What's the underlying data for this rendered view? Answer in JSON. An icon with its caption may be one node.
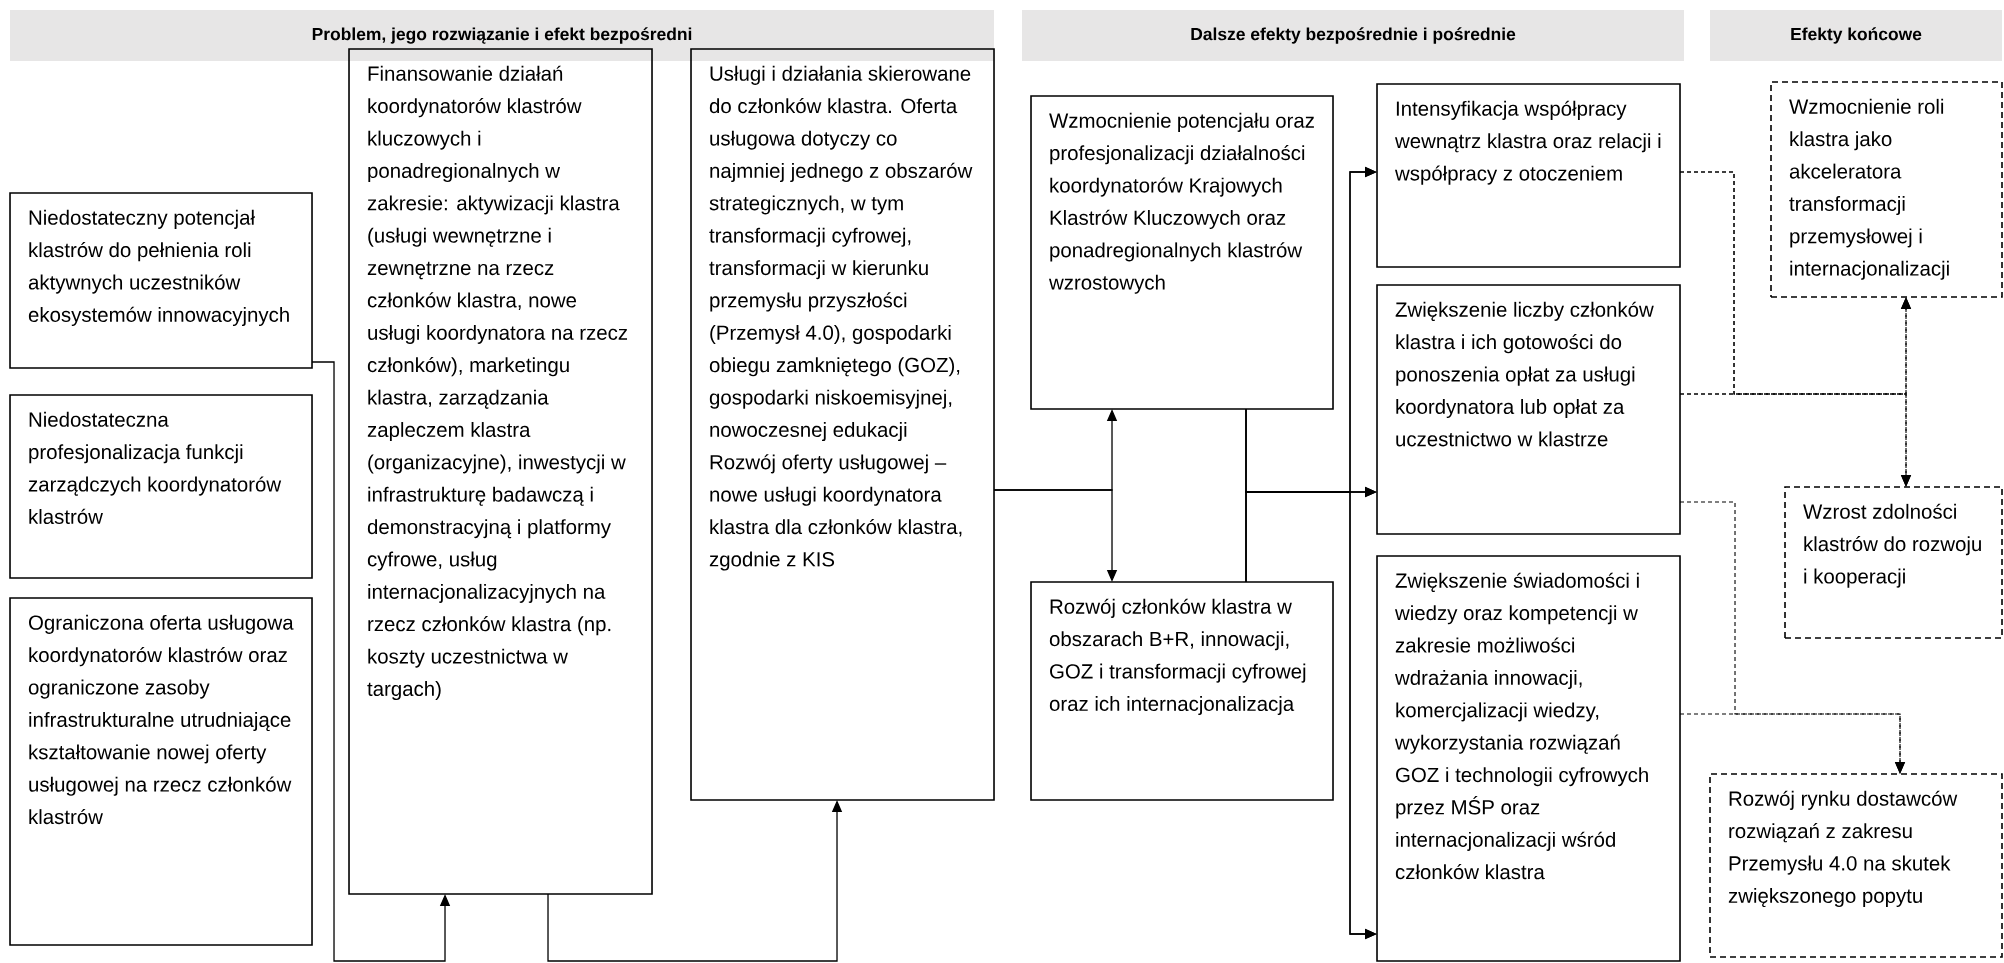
{
  "diagram": {
    "nodes": [
      {
        "text": [
          "Problem, jego rozwiązanie i efekt bezpośredni"
        ]
      },
      {
        "text": [
          "Dalsze efekty bezpośrednie i pośrednie"
        ]
      },
      {
        "text": [
          "Efekty końcowe"
        ]
      },
      {
        "text": [
          "Niedostateczny potencjał klastrów do pełnienia roli aktywnych uczestników ekosystemów innowacyjnych"
        ]
      },
      {
        "text": [
          "Niedostateczna profesjonalizacja funkcji zarządczych koordynatorów klastrów"
        ]
      },
      {
        "text": [
          "Ograniczona oferta usługowa koordynatorów klastrów oraz ograniczone zasoby infrastrukturalne utrudniające kształtowanie nowej oferty usługowej na rzecz członków klastrów"
        ]
      },
      {
        "text": [
          "Finansowanie działań koordynatorów klastrów kluczowych i ponadregionalnych w zakresie: aktywizacji klastra (usługi wewnętrzne i zewnętrzne na rzecz członków klastra, nowe usługi koordynatora na rzecz członków), marketingu klastra, zarządzania zapleczem klastra (organizacyjne), inwestycji w infrastrukturę badawczą i demonstracyjną i platformy cyfrowe, usług internacjonalizacyjnych na rzecz członków klastra (np. koszty uczestnictwa w targach)"
        ]
      },
      {
        "text": [
          "Usługi i działania skierowane do członków klastra. Oferta usługowa dotyczy co najmniej jednego z obszarów strategicznych, w tym transformacji cyfrowej, transformacji w kierunku przemysłu przyszłości (Przemysł 4.0), gospodarki obiegu zamkniętego (GOZ), gospodarki niskoemisyjnej, nowoczesnej edukacji Rozwój oferty usługowej – nowe usługi koordynatora klastra dla członków klastra, zgodnie z KIS"
        ]
      },
      {
        "text": [
          "Wzmocnienie potencjału oraz profesjonalizacji działalności koordynatorów Krajowych Klastrów Kluczowych oraz ponadregionalnych klastrów wzrostowych"
        ]
      },
      {
        "text": [
          "Rozwój członków klastra w obszarach B+R, innowacji, GOZ i transformacji cyfrowej oraz ich internacjonalizacja"
        ]
      },
      {
        "text": [
          "Intensyfikacja współpracy wewnątrz klastra oraz relacji i współpracy z otoczeniem"
        ]
      },
      {
        "text": [
          "Zwiększenie liczby członków klastra i ich gotowości do ponoszenia opłat za usługi koordynatora lub opłat za uczestnictwo w klastrze"
        ]
      },
      {
        "text": [
          "Zwiększenie świadomości i wiedzy oraz kompetencji w zakresie możliwości wdrażania innowacji, komercjalizacji wiedzy, wykorzystania rozwiązań GOZ i technologii cyfrowych przez MŚP oraz internacjonalizacji wśród członków klastra"
        ]
      },
      {
        "text": [
          "Wzmocnienie roli klastra jako akceleratora transformacji przemysłowej i internacjonalizacji"
        ]
      },
      {
        "text": [
          "Wzrost zdolności klastrów do rozwoju i kooperacji"
        ]
      },
      {
        "text": [
          "Rozwój rynku dostawców rozwiązań z zakresu Przemysłu 4.0 na skutek zwiększonego popytu"
        ]
      }
    ],
    "edges": [
      {
        "from": 3,
        "to": 6,
        "arrow": "to"
      },
      {
        "from": 6,
        "to": 7,
        "arrow": "to"
      },
      {
        "from": 7,
        "to": 8,
        "arrow": "to"
      },
      {
        "from": 7,
        "to": 9,
        "arrow": "to"
      },
      {
        "from": 8,
        "to": 10,
        "arrow": "to"
      },
      {
        "from": 8,
        "to": 11,
        "arrow": "to"
      },
      {
        "from": 8,
        "to": 12,
        "arrow": "to"
      },
      {
        "from": 9,
        "to": 10,
        "arrow": "to"
      },
      {
        "from": 9,
        "to": 11,
        "arrow": "to"
      },
      {
        "from": 9,
        "to": 12,
        "arrow": "to"
      },
      {
        "from": 10,
        "to": 13,
        "arrow": "to",
        "style": "dashed"
      },
      {
        "from": 10,
        "to": 14,
        "arrow": "to",
        "style": "dashed"
      },
      {
        "from": 11,
        "to": 13,
        "arrow": "to",
        "style": "dashed"
      },
      {
        "from": 11,
        "to": 14,
        "arrow": "to",
        "style": "dashed"
      },
      {
        "from": 11,
        "to": 15,
        "arrow": "to",
        "style": "dashed"
      },
      {
        "from": 12,
        "to": 15,
        "arrow": "to",
        "style": "dashed"
      }
    ]
  }
}
